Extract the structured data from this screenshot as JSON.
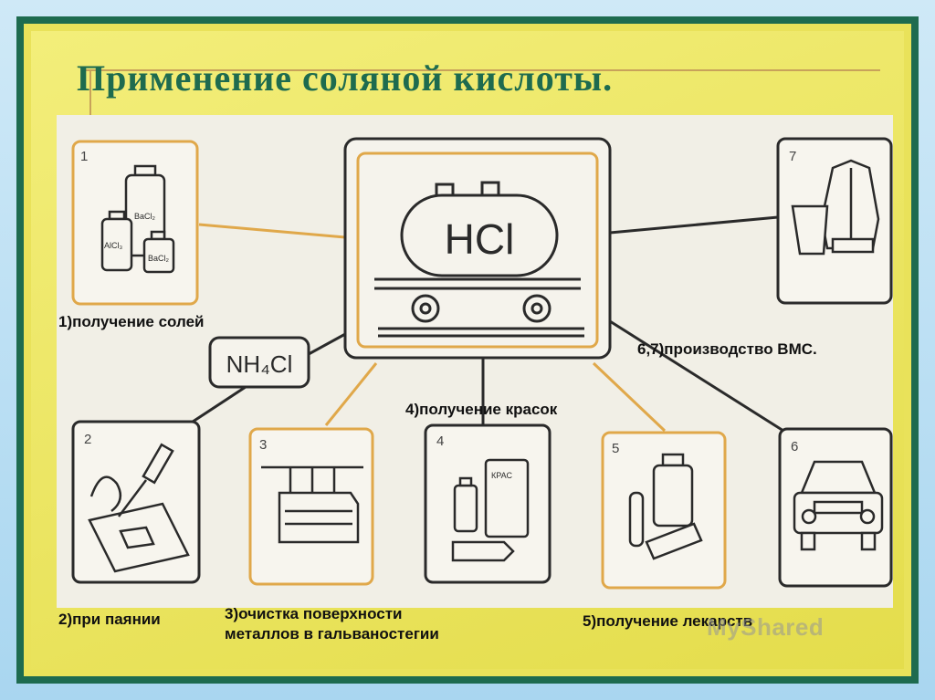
{
  "title": "Применение соляной кислоты.",
  "tank_label": "HCl",
  "formula_label": "NH₄Cl",
  "boxes": [
    {
      "number": "1"
    },
    {
      "number": "2"
    },
    {
      "number": "3"
    },
    {
      "number": "4"
    },
    {
      "number": "5"
    },
    {
      "number": "6"
    },
    {
      "number": "7"
    }
  ],
  "labels": {
    "salts": "1)получение солей",
    "soldering": "2)при паянии",
    "cleaning": "3)очистка поверхности\nметаллов в гальваностегии",
    "paints": "4)получение красок",
    "medicines": "5)получение лекарств",
    "polymers": "6,7)производство ВМС."
  },
  "bottle_labels": {
    "b1": "BaCl₂",
    "b2": "AlCl₃",
    "b3": "BaCl₂",
    "paint_box": "КРАС"
  },
  "watermark": "MyShared",
  "colors": {
    "frame": "#1e6b4f",
    "accent": "#e0a84a",
    "line": "#2a2a2a"
  }
}
